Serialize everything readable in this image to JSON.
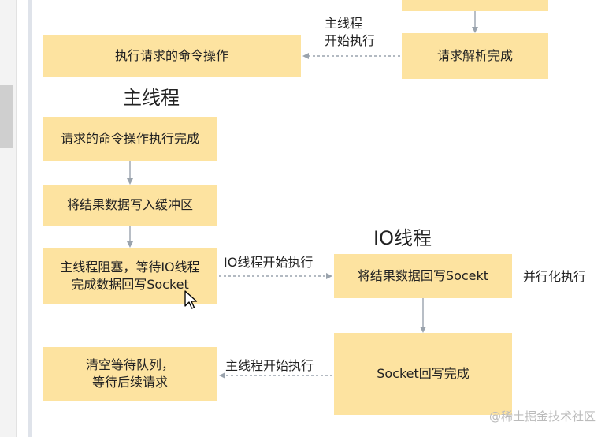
{
  "main_thread_title": "主线程",
  "io_thread_title": "IO线程",
  "boxes": {
    "exec_command": "执行请求的命令操作",
    "parse_done": "请求解析完成",
    "command_done": "请求的命令操作执行完成",
    "write_buffer": "将结果数据写入缓冲区",
    "main_blocked": "主线程阻塞，等待IO线程\n完成数据回写Socket",
    "write_socket": "将结果数据回写Socekt",
    "clear_queue": "清空等待队列，\n等待后续请求",
    "socket_done": "Socket回写完成"
  },
  "edge_labels": {
    "main_start_top": "主线程\n开始执行",
    "io_start": "IO线程开始执行",
    "main_start_bottom": "主线程开始执行",
    "parallel": "并行化执行"
  },
  "watermark": "@稀土掘金技术社区",
  "colors": {
    "box_fill": "#fde3a0",
    "arrow": "#9aa3ad"
  }
}
